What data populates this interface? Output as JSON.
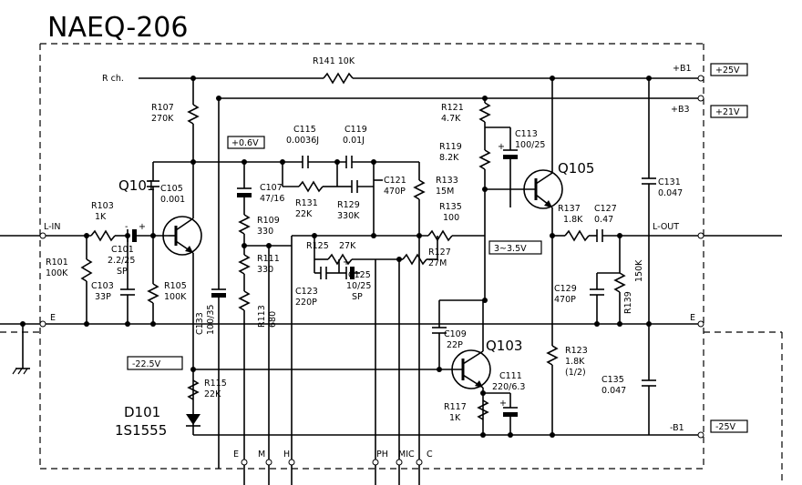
{
  "board": {
    "title": "NAEQ-206"
  },
  "rails": {
    "r_channel": "R ch.",
    "b1_pos_label": "+B1",
    "b1_pos_value": "+25V",
    "b3_label": "+B3",
    "b3_value": "+21V",
    "b1_neg_label": "-B1",
    "b1_neg_value": "-25V",
    "l_in": "L-IN",
    "l_out": "L-OUT",
    "e_left": "E",
    "e_right": "E"
  },
  "voltages": {
    "q101_bias": "+0.6V",
    "q105_base": "3~3.5V",
    "neg_bias": "-22.5V"
  },
  "transistors": {
    "q101": "Q101",
    "q103": "Q103",
    "q105": "Q105"
  },
  "diode": {
    "ref": "D101",
    "part": "1S1555"
  },
  "resistors": {
    "r141": "R141 10K",
    "r107_ref": "R107",
    "r107_val": "270K",
    "r103_ref": "R103",
    "r103_val": "1K",
    "r101_ref": "R101",
    "r101_val": "100K",
    "r105_ref": "R105",
    "r105_val": "100K",
    "r109_ref": "R109",
    "r109_val": "330",
    "r111_ref": "R111",
    "r111_val": "330",
    "r113_ref": "R113",
    "r113_val": "680",
    "r115_ref": "R115",
    "r115_val": "22K",
    "r131_ref": "R131",
    "r131_val": "22K",
    "r129_ref": "R129",
    "r129_val": "330K",
    "r125_ref": "R125",
    "r125_val": "27K",
    "r127_ref": "R127",
    "r127_val": "27M",
    "r133_ref": "R133",
    "r133_val": "15M",
    "r135_ref": "R135",
    "r135_val": "100",
    "r121_ref": "R121",
    "r121_val": "4.7K",
    "r119_ref": "R119",
    "r119_val": "8.2K",
    "r137_ref": "R137",
    "r137_val": "1.8K",
    "r139_ref": "R139",
    "r139_val": "150K",
    "r123_ref": "R123",
    "r123_val": "1.8K",
    "r123_note": "(1/2)",
    "r117_ref": "R117",
    "r117_val": "1K"
  },
  "capacitors": {
    "c105_ref": "C105",
    "c105_val": "0.001",
    "c101_ref": "C101",
    "c101_val": "2.2/25",
    "c101_type": "SP",
    "c103_ref": "C103",
    "c103_val": "33P",
    "c107_ref": "C107",
    "c107_val": "47/16",
    "c133_ref": "C133",
    "c133_val": "100/35",
    "c115_ref": "C115",
    "c115_val": "0.0036J",
    "c119_ref": "C119",
    "c119_val": "0.01J",
    "c121_ref": "C121",
    "c121_val": "470P",
    "c123_ref": "C123",
    "c123_val": "220P",
    "c125_ref": "C125",
    "c125_val": "10/25",
    "c125_type": "SP",
    "c113_ref": "C113",
    "c113_val": "100/25",
    "c127_ref": "C127",
    "c127_val": "0.47",
    "c129_ref": "C129",
    "c129_val": "470P",
    "c131_ref": "C131",
    "c131_val": "0.047",
    "c135_ref": "C135",
    "c135_val": "0.047",
    "c109_ref": "C109",
    "c109_val": "22P",
    "c111_ref": "C111",
    "c111_val": "220/6.3"
  },
  "connectors": [
    "E",
    "M",
    "H",
    "PH",
    "MIC",
    "C"
  ]
}
